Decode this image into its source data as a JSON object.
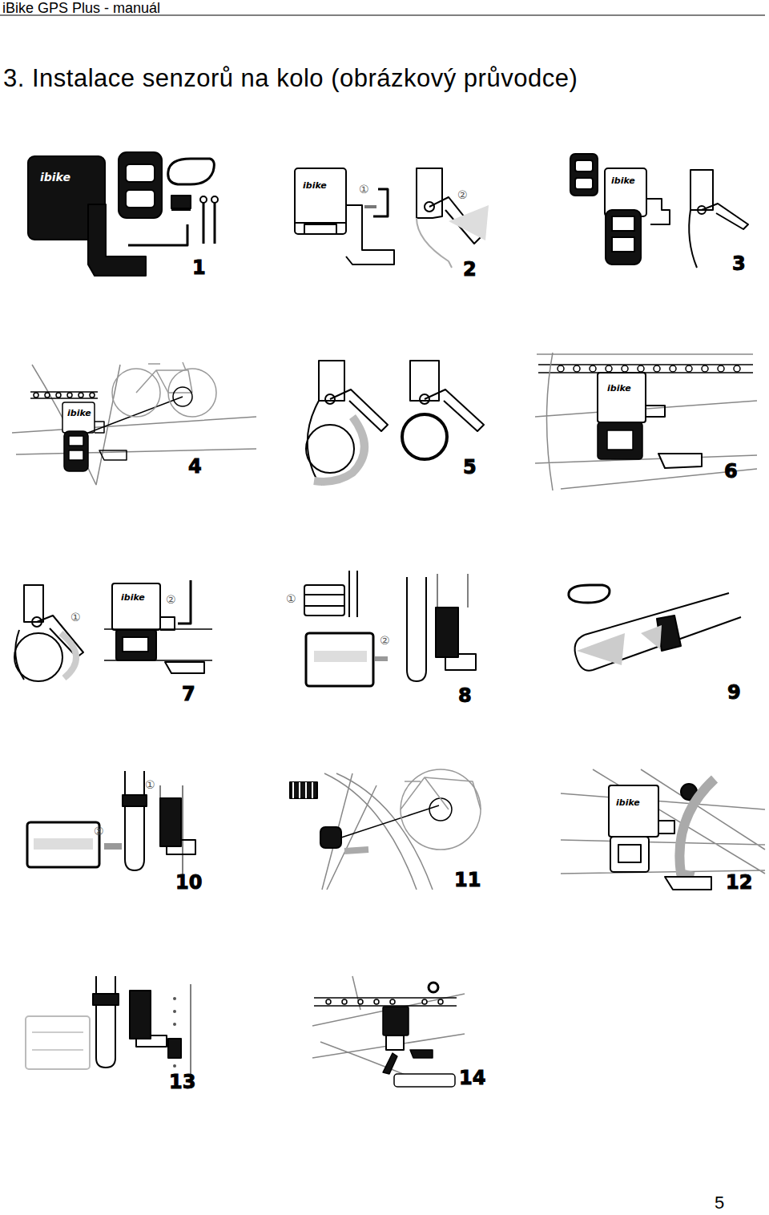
{
  "diagram": {
    "title": "3. Instalace senzorů na kolo (obrázkový průvodce)",
    "labels": [
      "iBike GPS Plus - manuál",
      "ibike",
      "1",
      "ibike",
      "①",
      "②",
      "2",
      "ibike",
      "3",
      "ibike",
      "4",
      "5",
      "ibike",
      "6",
      "①",
      "ibike",
      "②",
      "7",
      "①",
      "②",
      "8",
      "9",
      "①",
      "②",
      "10",
      "11",
      "ibike",
      "12",
      "13",
      "14",
      "5"
    ]
  }
}
